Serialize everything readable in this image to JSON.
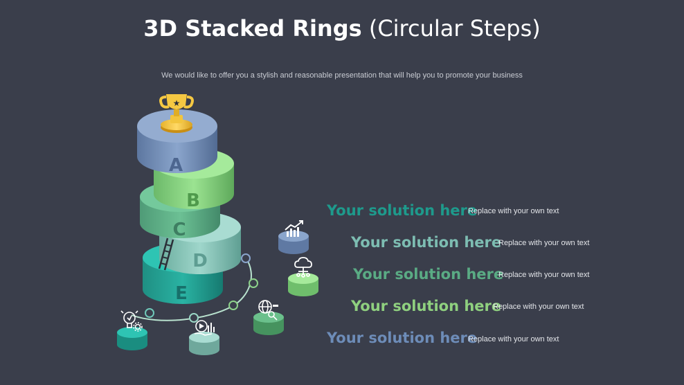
{
  "title": {
    "bold": "3D Stacked Rings",
    "light": "(Circular Steps)"
  },
  "subtitle": "We would like to offer you a stylish and reasonable presentation that will help you to promote your business",
  "rings": [
    {
      "letter": "A",
      "color": "#6b86b0"
    },
    {
      "letter": "B",
      "color": "#7dc97a"
    },
    {
      "letter": "C",
      "color": "#5aa886"
    },
    {
      "letter": "D",
      "color": "#7cbcb2"
    },
    {
      "letter": "E",
      "color": "#229a8c"
    }
  ],
  "items": [
    {
      "title": "Your solution here",
      "text": "Replace with your own text",
      "color": "#1e9a8c"
    },
    {
      "title": "Your solution here",
      "text": "Replace with your own text",
      "color": "#7dbdb2"
    },
    {
      "title": "Your solution here",
      "text": "Replace with your own text",
      "color": "#5aab84"
    },
    {
      "title": "Your solution here",
      "text": "Replace with your own text",
      "color": "#8fd07f"
    },
    {
      "title": "Your solution here",
      "text": "Replace with your own text",
      "color": "#6d8cb8"
    }
  ],
  "icons": {
    "trophy": "trophy-icon",
    "ladder": "ladder-icon",
    "pedestals": [
      "chart-growth-icon",
      "cloud-network-icon",
      "globe-search-icon",
      "presentation-icon",
      "idea-gear-icon"
    ]
  }
}
